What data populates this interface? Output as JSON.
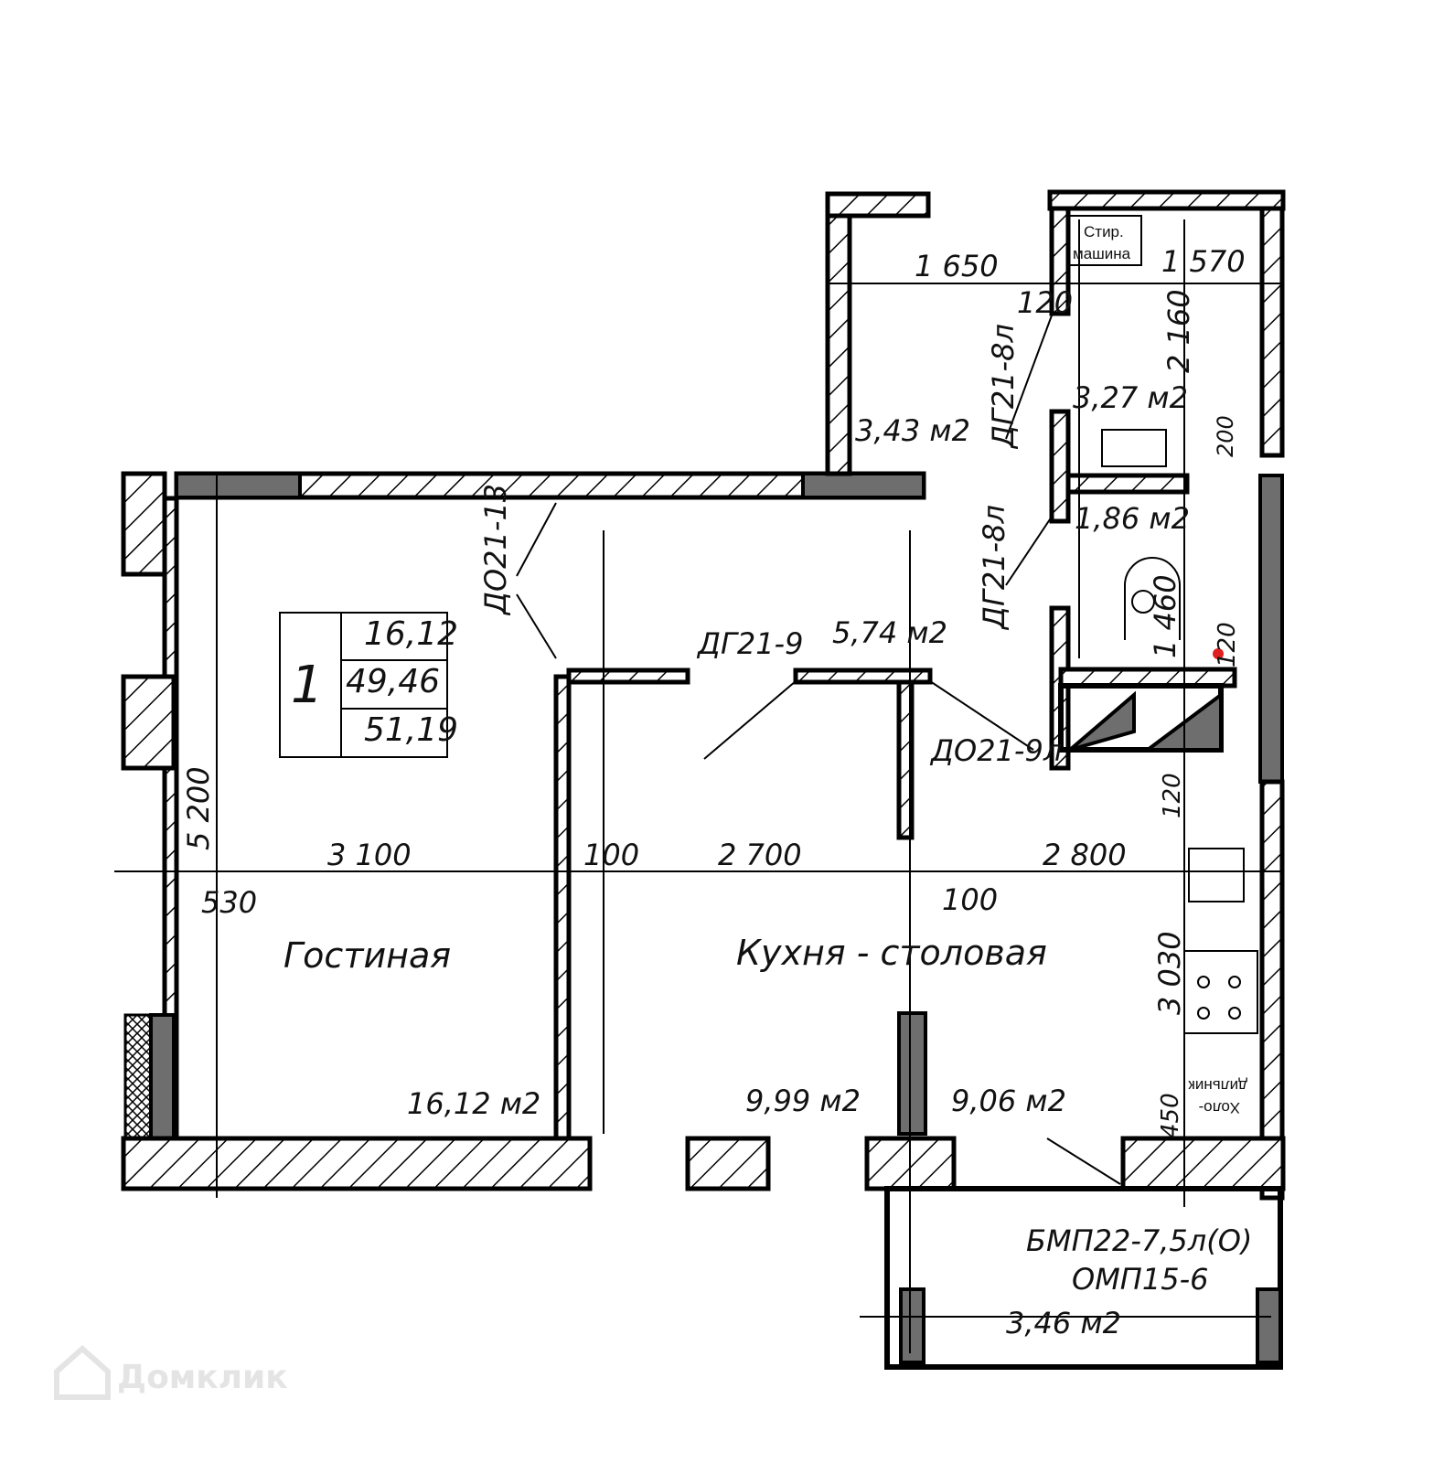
{
  "apartment": {
    "number": "1",
    "living_area": "16,12",
    "total_area": "49,46",
    "total_area_with_balcony": "51,19"
  },
  "rooms": {
    "living_room": {
      "name": "Гостиная",
      "area": "16,12 м2"
    },
    "kitchen": {
      "name": "Кухня - столовая",
      "area_left": "9,99 м2",
      "area_right": "9,06 м2"
    },
    "hall": {
      "area": "5,74 м2"
    },
    "storage": {
      "area": "3,43 м2"
    },
    "bathroom": {
      "area": "3,27 м2"
    },
    "toilet": {
      "area": "1,86 м2"
    },
    "balcony": {
      "area": "3,46 м2"
    }
  },
  "dimensions": {
    "d1650": "1 650",
    "d1570": "1 570",
    "d120_a": "120",
    "d2160": "2 160",
    "d1460": "1 460",
    "d120_b": "120",
    "d120_c": "120",
    "d200": "200",
    "d5200": "5 200",
    "d3100": "3 100",
    "d100_a": "100",
    "d2700": "2 700",
    "d2800": "2 800",
    "d530": "530",
    "d100_b": "100",
    "d3030": "3 030",
    "d450": "450"
  },
  "doors": {
    "dg21_8l_top": "ДГ21-8л",
    "dg21_8l_bottom": "ДГ21-8л",
    "do21_13": "ДО21-13",
    "dg21_9": "ДГ21-9",
    "do21_9l": "ДО21-9л",
    "balcony_door": "БМП22-7,5л(О)",
    "balcony_window": "ОМП15-6"
  },
  "fixtures": {
    "washing_machine": [
      "Стир.",
      "машина"
    ],
    "fridge": [
      "Холо-",
      "дильник"
    ]
  },
  "watermark": "Домклик",
  "colors": {
    "wall_fill": "#6e6e6e",
    "marker": "#e02020"
  }
}
